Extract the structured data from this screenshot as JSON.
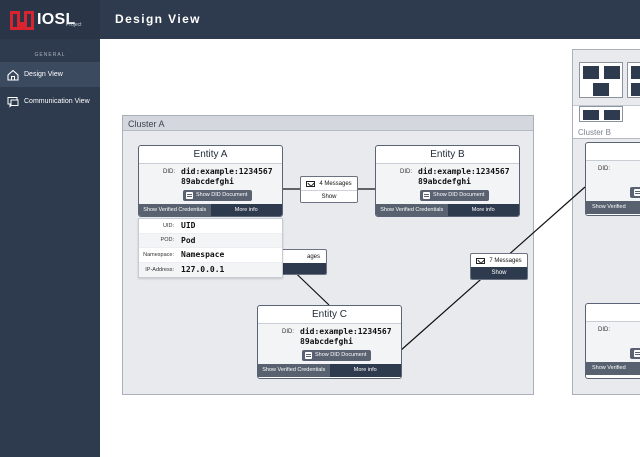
{
  "app": {
    "brand": "IOSL",
    "brand_sub": "Project",
    "page_title": "Design View",
    "brand_color": "#d9232e",
    "header_color": "#2e3a4d"
  },
  "sidebar": {
    "section": "GENERAL",
    "items": [
      {
        "label": "Design View",
        "icon": "home-icon",
        "active": true
      },
      {
        "label": "Communication View",
        "icon": "chat-icon",
        "active": false
      }
    ]
  },
  "clusters": [
    {
      "label": "Cluster A"
    },
    {
      "label": "Cluster B"
    }
  ],
  "entities": {
    "a": {
      "title": "Entity A",
      "did_label": "DID:",
      "did_line1": "did:example:1234567",
      "did_line2": "89abcdefghi",
      "doc_button": "Show DID Document",
      "credentials_button": "Show Verified Credentials",
      "more_info_button": "More info"
    },
    "b": {
      "title": "Entity B",
      "did_label": "DID:",
      "did_line1": "did:example:1234567",
      "did_line2": "89abcdefghi",
      "doc_button": "Show DID Document",
      "credentials_button": "Show Verified Credentials",
      "more_info_button": "More info"
    },
    "c": {
      "title": "Entity C",
      "did_label": "DID:",
      "did_line1": "did:example:1234567",
      "did_line2": "89abcdefghi",
      "doc_button": "Show DID Document",
      "credentials_button": "Show Verified Credentials",
      "more_info_button": "More info"
    },
    "right_top": {
      "did_label": "DID:",
      "credentials_button": "Show Verified Credentials"
    },
    "right_bottom": {
      "did_label": "DID:",
      "credentials_button": "Show Verified Credentials"
    }
  },
  "entity_a_info": {
    "rows": [
      {
        "key": "UID:",
        "value": "UID"
      },
      {
        "key": "POD:",
        "value": "Pod"
      },
      {
        "key": "Namespace:",
        "value": "Namespace"
      },
      {
        "key": "IP-Address:",
        "value": "127.0.0.1"
      }
    ]
  },
  "messages": {
    "ab": {
      "count": "4 Messages",
      "show": "Show"
    },
    "ac_partial": {
      "count": "ages"
    },
    "cb": {
      "count": "7 Messages",
      "show": "Show"
    }
  }
}
